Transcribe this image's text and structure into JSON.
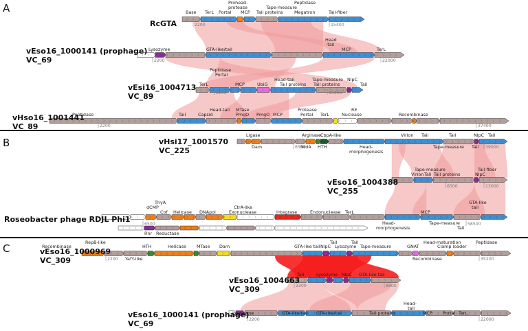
{
  "colors": {
    "gray": "#b39e9c",
    "blue": "#3f8fd2",
    "purple": "#8a2d96",
    "magenta": "#e36be0",
    "orange": "#ed7f1c",
    "yellow": "#f4da22",
    "green": "#3a8a36",
    "darkgreen": "#1d5a2a",
    "red": "#e6261f",
    "white": "#ffffff",
    "dark": "#555555",
    "link": "#f19a9a",
    "link_strong": "#f51d1d",
    "divider": "#111111"
  },
  "panels": {
    "A": {
      "letter": "A",
      "genomes": [
        {
          "name": "RcGTA",
          "scale_labels": [
            "2200",
            "15400"
          ],
          "protein_labels": [
            "Base",
            "TerL",
            "Portal",
            "Prohead-",
            "protease",
            "MCP",
            "Tail proteins",
            "Tape-measure",
            "Peptidase",
            "Megatron",
            "Tail-fiber"
          ]
        },
        {
          "name": "vEso16_1000141 (prophage)",
          "name2": "VC_69",
          "scale_labels": [
            "2200",
            "22000"
          ],
          "protein_labels": [
            "Lysozyme",
            "GTA-like/tail",
            "Head",
            "-tail",
            "MCP",
            "TerL"
          ]
        },
        {
          "name": "vEsi16_1004713",
          "name2": "VC_89",
          "scale_labels": [
            "2200",
            "15400"
          ],
          "protein_labels": [
            "Peptidase",
            "TerL",
            "Portal",
            "MCP",
            "UbiG",
            "Head-tail",
            "Tail proteins",
            "Tape-measure",
            "Tail proteins",
            "NlpC",
            "Tail"
          ]
        },
        {
          "name": "vHso16_1001441",
          "name2": "VC_89",
          "scale_labels": [
            "2200",
            "37400"
          ],
          "protein_labels": [
            "Peptidase",
            "Tail",
            "Capsid",
            "Head-tail",
            "MTase",
            "PmgO",
            "PmgO",
            "MCP",
            "Protease",
            "Portal",
            "TerL",
            "RE",
            "Nuclease",
            "Recombinase"
          ]
        }
      ]
    },
    "B": {
      "letter": "B",
      "genomes": [
        {
          "name": "vHsi17_1001570",
          "name2": "VC_225",
          "scale_labels": [
            "6500",
            "39000"
          ],
          "protein_labels": [
            "Ligase",
            "Dam",
            "Arginase",
            "CbpA-like",
            "NrdA",
            "HTH",
            "Head-",
            "morphogenesis",
            "Virion",
            "Tail",
            "Tail",
            "Tape-measure",
            "NlpC",
            "Tail",
            "Tail"
          ]
        },
        {
          "name": "vEso16_1004388",
          "name2": "VC_255",
          "scale_labels": [
            "6500",
            "13000"
          ],
          "protein_labels": [
            "Tape-measure",
            "Virion",
            "Tail",
            "Tail proteins",
            "Tail-fiber",
            "NlpC"
          ]
        },
        {
          "name": "Roseobacter phage RDJL Phi1",
          "scale_labels": [
            "6500",
            "58500"
          ],
          "protein_labels": [
            "ThyA",
            "dCMP",
            "Cof",
            "Helicase",
            "DNApol",
            "CtrA-like",
            "Exonuclease",
            "Integrase",
            "Endonuclease",
            "TerL",
            "Rnr",
            "Reductase",
            "Head-",
            "morphogenesis",
            "MCP",
            "Tape-measure",
            "Tail",
            "GTA-like",
            "tail"
          ]
        }
      ]
    },
    "C": {
      "letter": "C",
      "genomes": [
        {
          "name": "vEso16_1000969",
          "name2": "VC_309",
          "scale_labels": [
            "2200",
            "35200"
          ],
          "protein_labels": [
            "RepB-like",
            "Recombinase",
            "HTH",
            "YafY-like",
            "Helicase",
            "MTase",
            "Dam",
            "GTA-like tail",
            "NlpC",
            "Tail",
            "Lysozyme",
            "Tail",
            "Tape-measure",
            "GNAT",
            "Head-maturation",
            "Clamp loader",
            "Recombinase",
            "Peptidase"
          ]
        },
        {
          "name": "vEso16_1004663",
          "name2": "VC_309",
          "scale_labels": [
            "2200",
            "8800"
          ],
          "protein_labels": [
            "Tail",
            "Lysozyme",
            "NlpC",
            "GTA-like tail"
          ]
        },
        {
          "name": "vEso16_1000141 (prophage)",
          "name2": "VC_69",
          "scale_labels": [
            "2200",
            "22000"
          ],
          "protein_labels": [
            "Lysozyme",
            "GTA-like/tail",
            "GTA-like/tail",
            "Tail proteins",
            "Head-",
            "tail",
            "MCP",
            "Portal",
            "TerL"
          ]
        }
      ]
    }
  }
}
